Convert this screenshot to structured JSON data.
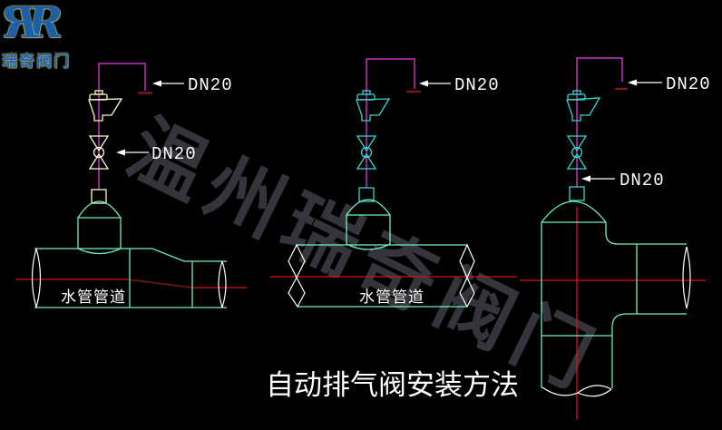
{
  "colors": {
    "background": "#000000",
    "pipe_outline_cyan": "#6fefc2",
    "valve_turquoise": "#35d8ce",
    "valve_pale_yellow": "#fbfbc6",
    "vent_pipe_magenta": "#c433c4",
    "centerline_red": "#de1212",
    "eccentric_dark_red": "#7d1616",
    "break_symbol_white": "#ffffff",
    "text_white": "#ffffff",
    "watermark_gray": "#34343c",
    "logo_blue": "#1b5fa8",
    "logo_glow_yellow": "#caca70"
  },
  "logo": {
    "mark_left_letter": "R",
    "mark_right_letter": "R",
    "name": "瑞奇阀门"
  },
  "watermark": {
    "text": "温州瑞奇阀门"
  },
  "title": {
    "text": "自动排气阀安装方法"
  },
  "diagrams": [
    {
      "name": "horizontal-pipe-with-eccentric-reducer",
      "top_pipe_label": "DN20",
      "valve_pipe_label": "DN20",
      "pipe_label": "水管管道"
    },
    {
      "name": "horizontal-straight-pipe",
      "top_pipe_label": "DN20",
      "pipe_label": "水管管道"
    },
    {
      "name": "vertical-tee-pipe",
      "top_pipe_label": "DN20",
      "valve_pipe_label": "DN20"
    }
  ]
}
